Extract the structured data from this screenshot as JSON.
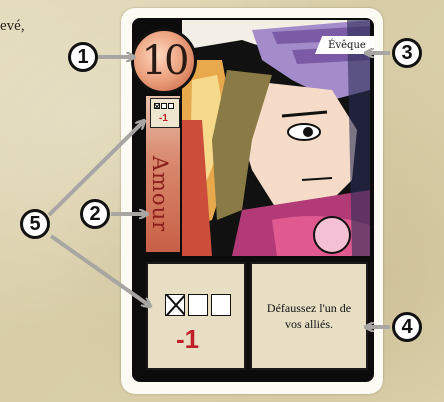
{
  "background_text": {
    "top_left": "evé,"
  },
  "card": {
    "cost": "10",
    "title": "Évêque",
    "affinity": "Amour",
    "small_box": {
      "value": "-1"
    },
    "effect_box": {
      "value": "-1"
    },
    "ability_text": "Défaussez l'un de vos alliés."
  },
  "callouts": [
    "1",
    "2",
    "3",
    "4",
    "5"
  ],
  "colors": {
    "card_red": "#c0202a",
    "card_black": "#0c0c0c",
    "panel_bg": "#e7dec4",
    "callout_arrow": "#a7a6a2"
  }
}
